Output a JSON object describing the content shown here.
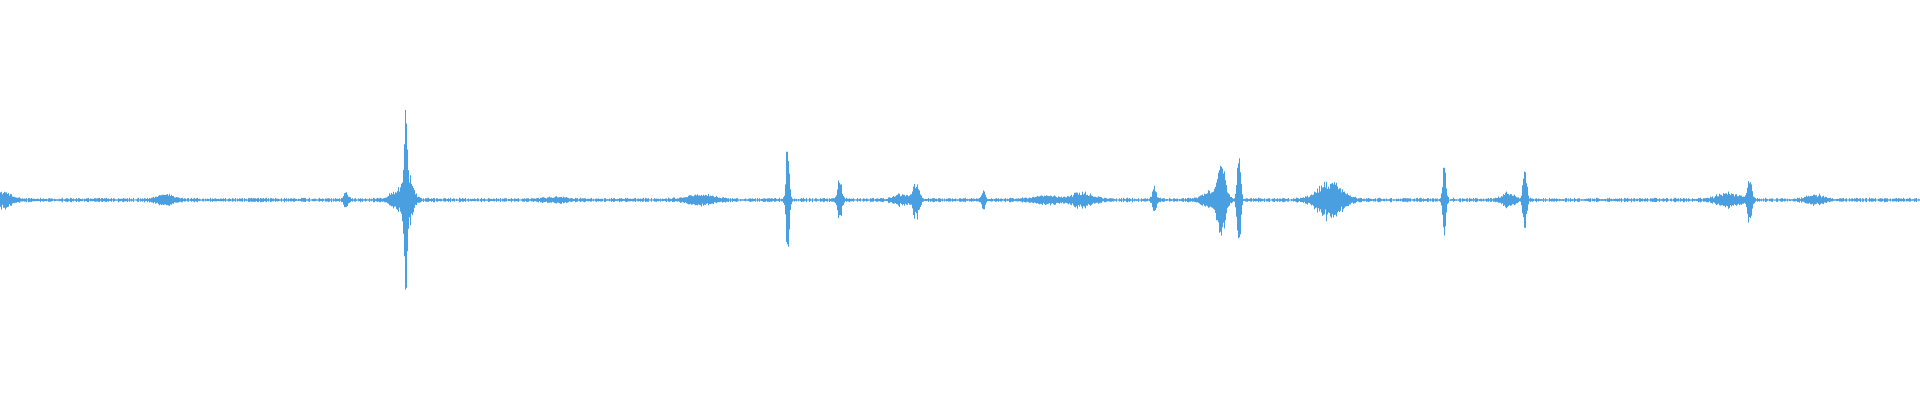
{
  "waveform": {
    "color": "#4a9fe0",
    "background": "#ffffff",
    "baseline_fraction_of_height": 0.5,
    "noise_amplitude": 0.004,
    "events": [
      {
        "position": 0.001,
        "amplitude": 0.02,
        "spread": 0.004
      },
      {
        "position": 0.086,
        "amplitude": 0.012,
        "spread": 0.004
      },
      {
        "position": 0.18,
        "amplitude": 0.018,
        "spread": 0.001
      },
      {
        "position": 0.208,
        "amplitude": 0.03,
        "spread": 0.004
      },
      {
        "position": 0.211,
        "amplitude": 0.19,
        "spread": 0.0008
      },
      {
        "position": 0.213,
        "amplitude": 0.05,
        "spread": 0.002
      },
      {
        "position": 0.29,
        "amplitude": 0.006,
        "spread": 0.005
      },
      {
        "position": 0.365,
        "amplitude": 0.012,
        "spread": 0.006
      },
      {
        "position": 0.41,
        "amplitude": 0.145,
        "spread": 0.0008
      },
      {
        "position": 0.437,
        "amplitude": 0.06,
        "spread": 0.001
      },
      {
        "position": 0.47,
        "amplitude": 0.012,
        "spread": 0.004
      },
      {
        "position": 0.477,
        "amplitude": 0.045,
        "spread": 0.0015
      },
      {
        "position": 0.512,
        "amplitude": 0.03,
        "spread": 0.0008
      },
      {
        "position": 0.545,
        "amplitude": 0.01,
        "spread": 0.006
      },
      {
        "position": 0.563,
        "amplitude": 0.018,
        "spread": 0.005
      },
      {
        "position": 0.601,
        "amplitude": 0.028,
        "spread": 0.001
      },
      {
        "position": 0.63,
        "amplitude": 0.02,
        "spread": 0.004
      },
      {
        "position": 0.636,
        "amplitude": 0.09,
        "spread": 0.002
      },
      {
        "position": 0.645,
        "amplitude": 0.165,
        "spread": 0.0008
      },
      {
        "position": 0.692,
        "amplitude": 0.045,
        "spread": 0.006
      },
      {
        "position": 0.752,
        "amplitude": 0.09,
        "spread": 0.0008
      },
      {
        "position": 0.785,
        "amplitude": 0.015,
        "spread": 0.003
      },
      {
        "position": 0.794,
        "amplitude": 0.085,
        "spread": 0.0009
      },
      {
        "position": 0.9,
        "amplitude": 0.018,
        "spread": 0.005
      },
      {
        "position": 0.911,
        "amplitude": 0.06,
        "spread": 0.001
      },
      {
        "position": 0.945,
        "amplitude": 0.012,
        "spread": 0.004
      }
    ]
  }
}
